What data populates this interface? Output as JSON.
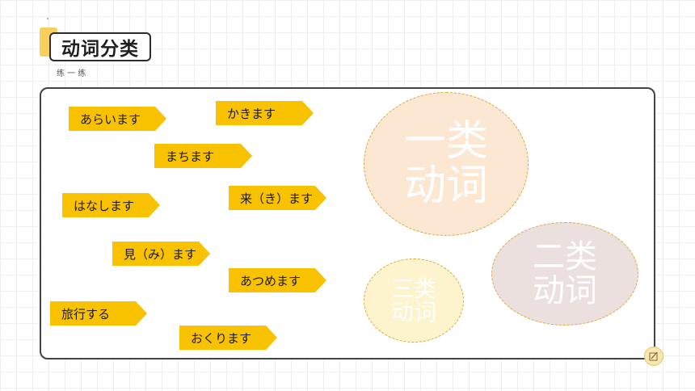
{
  "header": {
    "title": "动词分类",
    "subtitle": "练 一 练"
  },
  "verbs": [
    "あらいます",
    "かきます",
    "まちます",
    "はなします",
    "来（き）ます",
    "見（み）ます",
    "あつめます",
    "旅行する",
    "おくります"
  ],
  "categories": [
    {
      "label": "一类\n动词"
    },
    {
      "label": "二类\n动词"
    },
    {
      "label": "三类\n动词"
    }
  ],
  "colors": {
    "accent": "#f8c200",
    "title_accent": "#f7cf5a",
    "category_1": "#fbe7d2",
    "category_2": "#ece0df",
    "category_3": "#fdf3cc"
  },
  "icons": {
    "corner": "edit-note-icon"
  }
}
